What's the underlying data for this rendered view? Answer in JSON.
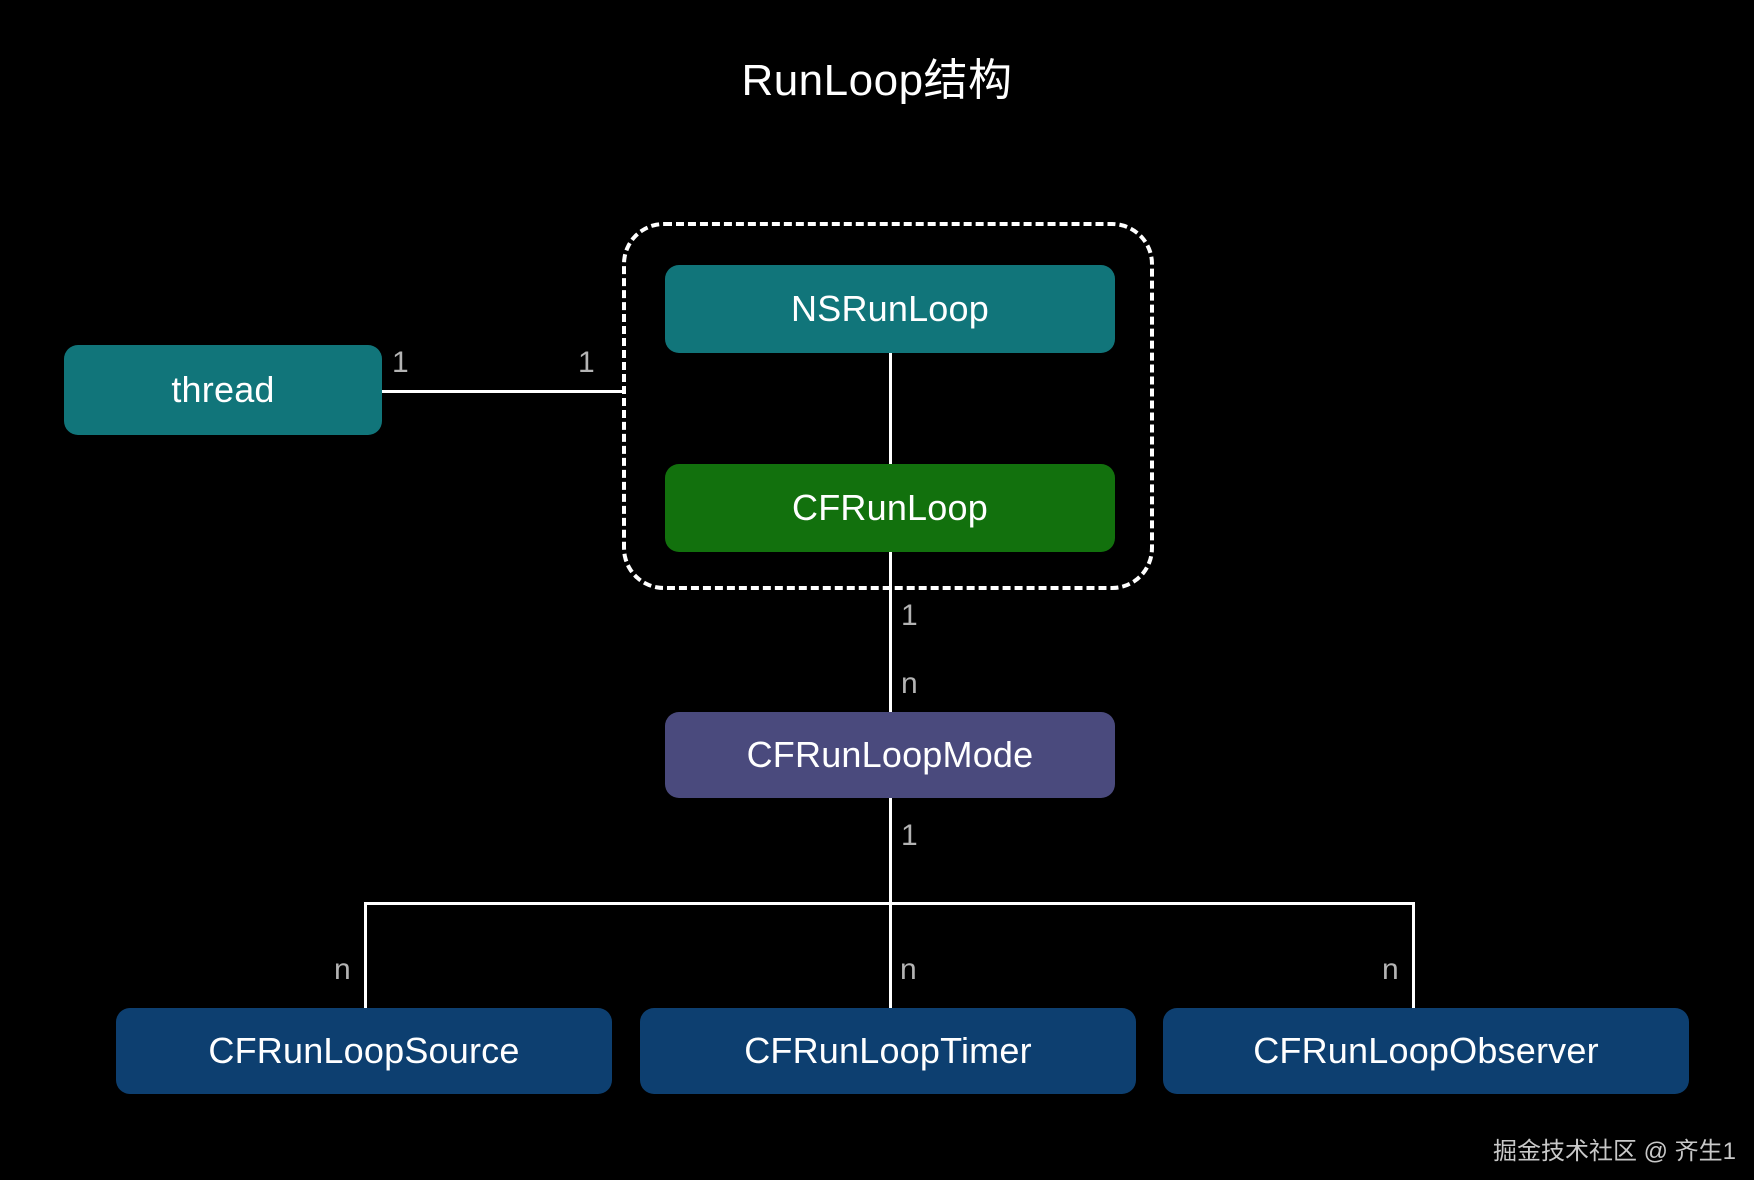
{
  "page": {
    "background_color": "#000000",
    "title": "RunLoop结构",
    "watermark": "掘金技术社区 @ 齐生1"
  },
  "colors": {
    "background": "#000000",
    "teal": "#11757a",
    "green": "#12710d",
    "purple": "#4a4a7d",
    "blue": "#0d3f70",
    "line": "#ffffff",
    "label": "#b4b4b4",
    "text": "#ffffff"
  },
  "diagram": {
    "type": "entity-relationship",
    "nodes": [
      {
        "id": "thread",
        "label": "thread",
        "color": "#11757a",
        "shape": "rounded-rect"
      },
      {
        "id": "nsrunloop",
        "label": "NSRunLoop",
        "color": "#11757a",
        "shape": "rounded-rect"
      },
      {
        "id": "cfrunloop",
        "label": "CFRunLoop",
        "color": "#12710d",
        "shape": "rounded-rect"
      },
      {
        "id": "cfrunloopmode",
        "label": "CFRunLoopMode",
        "color": "#4a4a7d",
        "shape": "rounded-rect"
      },
      {
        "id": "cfrunloopsource",
        "label": "CFRunLoopSource",
        "color": "#0d3f70",
        "shape": "rounded-rect"
      },
      {
        "id": "cfrunlooptimer",
        "label": "CFRunLoopTimer",
        "color": "#0d3f70",
        "shape": "rounded-rect"
      },
      {
        "id": "cfrunloopobserver",
        "label": "CFRunLoopObserver",
        "color": "#0d3f70",
        "shape": "rounded-rect"
      }
    ],
    "group": {
      "id": "runloop-group",
      "style": "dashed",
      "contains": [
        "nsrunloop",
        "cfrunloop"
      ]
    },
    "edges": [
      {
        "from": "thread",
        "to": "runloop-group",
        "from_label": "1",
        "to_label": "1"
      },
      {
        "from": "nsrunloop",
        "to": "cfrunloop",
        "from_label": "",
        "to_label": ""
      },
      {
        "from": "cfrunloop",
        "to": "cfrunloopmode",
        "from_label": "1",
        "to_label": "n"
      },
      {
        "from": "cfrunloopmode",
        "to": "cfrunloopsource",
        "from_label": "1",
        "to_label": "n"
      },
      {
        "from": "cfrunloopmode",
        "to": "cfrunlooptimer",
        "from_label": "",
        "to_label": "n"
      },
      {
        "from": "cfrunloopmode",
        "to": "cfrunloopobserver",
        "from_label": "",
        "to_label": "n"
      }
    ],
    "cardinality_labels": {
      "thread_side": "1",
      "runloop_side": "1",
      "cfrunloop_to_mode_top": "1",
      "cfrunloop_to_mode_bottom": "n",
      "mode_to_children": "1",
      "source_n": "n",
      "timer_n": "n",
      "observer_n": "n"
    }
  }
}
